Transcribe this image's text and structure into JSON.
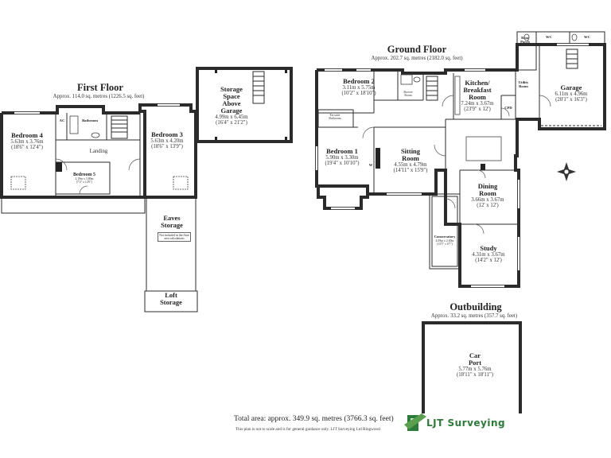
{
  "first_floor": {
    "title": "First Floor",
    "area": "Approx. 114.0 sq. metres (1226.5 sq. feet)",
    "rooms": {
      "bedroom4": {
        "name": "Bedroom 4",
        "dims": "5.63m x 3.76m",
        "imperial": "(18'6\" x 12'4\")"
      },
      "bedroom3": {
        "name": "Bedroom 3",
        "dims": "5.63m x 4.20m",
        "imperial": "(18'6\" x 13'9\")"
      },
      "bedroom5": {
        "name": "Bedroom 5",
        "dims": "2.19m x 3.80m",
        "imperial": "(7'2\" x 12'6\")"
      },
      "landing": {
        "name": "Landing"
      },
      "bathroom": {
        "name": "Bathroom"
      },
      "ac": {
        "name": "AC"
      },
      "storage_garage": {
        "name": "Storage Space Above Garage",
        "line1": "Storage",
        "line2": "Space",
        "line3": "Above",
        "line4": "Garage",
        "dims": "4.99m x 6.45m",
        "imperial": "(16'4\" x 21'2\")"
      },
      "eaves": {
        "name": "Eaves Storage",
        "line1": "Eaves",
        "line2": "Storage",
        "note": "Not included in the floor area calculations"
      },
      "loft": {
        "line1": "Loft",
        "line2": "Storage"
      }
    }
  },
  "ground_floor": {
    "title": "Ground Floor",
    "area": "Approx. 202.7 sq. metres (2182.0 sq. feet)",
    "rooms": {
      "bedroom2": {
        "name": "Bedroom 2",
        "dims": "3.11m x 5.75m",
        "imperial": "(10'2\" x 18'10\")"
      },
      "shower": {
        "name": "Shower Room"
      },
      "kitchen": {
        "line1": "Kitchen/",
        "line2": "Breakfast",
        "line3": "Room",
        "dims": "7.24m x 3.67m",
        "imperial": "(23'9\" x 12')"
      },
      "utility": {
        "line1": "Utility",
        "line2": "Room"
      },
      "rear_porch": {
        "line1": "Rear",
        "line2": "Porch"
      },
      "wc1": {
        "name": "WC"
      },
      "wc2": {
        "name": "WC"
      },
      "garage": {
        "name": "Garage",
        "dims": "6.11m x 4.96m",
        "imperial": "(20'1\" x 16'3\")"
      },
      "cpd": {
        "name": "CPD"
      },
      "ensuite": {
        "line1": "En-suite",
        "line2": "Bathroom"
      },
      "bedroom1": {
        "name": "Bedroom 1",
        "dims": "5.90m x 3.30m",
        "imperial": "(19'4\" x 10'10\")"
      },
      "sitting": {
        "line1": "Sitting",
        "line2": "Room",
        "dims": "4.55m x 4.79m",
        "imperial": "(14'11\" x 15'9\")",
        "w_label": "W"
      },
      "dining": {
        "line1": "Dining",
        "line2": "Room",
        "dims": "3.66m x 3.67m",
        "imperial": "(12' x 12')"
      },
      "conservatory": {
        "name": "Conservatory",
        "dims": "4.09m x 2.00m",
        "imperial": "(13'5\" x 6'7\")"
      },
      "study": {
        "name": "Study",
        "dims": "4.31m x 3.67m",
        "imperial": "(14'2\" x 12')"
      }
    }
  },
  "outbuilding": {
    "title": "Outbuilding",
    "area": "Approx. 33.2 sq. metres (357.7 sq. feet)",
    "carport": {
      "line1": "Car",
      "line2": "Port",
      "dims": "5.77m x 5.76m",
      "imperial": "(18'11\" x 18'11\")"
    }
  },
  "footer": {
    "total": "Total area: approx. 349.9 sq. metres (3766.3 sq. feet)",
    "disclaimer": "This plan is not to scale and is for general guidance only. LJT Surveying Ltd Ringwood",
    "brand": "LJT Surveying",
    "brand_color": "#2e7a3a"
  }
}
